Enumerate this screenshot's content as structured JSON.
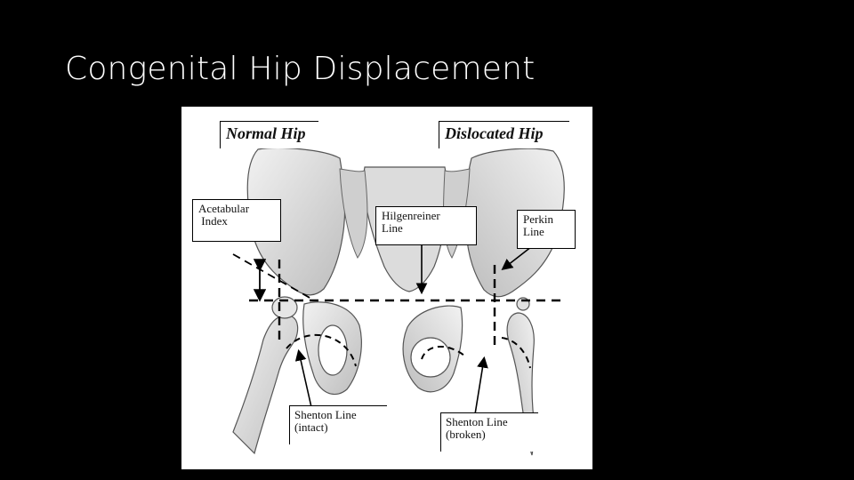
{
  "slide": {
    "title": "Congenital Hip Displacement"
  },
  "figure": {
    "heading_left": "Normal Hip",
    "heading_right": "Dislocated Hip",
    "labels": {
      "acetabular_index": "Acetabular\n Index",
      "hilgenreiner_line": "Hilgenreiner\nLine",
      "perkin_line": "Perkin\nLine",
      "shenton_intact": "Shenton Line\n(intact)",
      "shenton_broken": "Shenton Line\n(broken)"
    },
    "colors": {
      "background": "#000000",
      "title": "#ffffff",
      "figure": "#ffffff",
      "bone_shade": "#d9d9d9",
      "line": "#000000"
    }
  }
}
